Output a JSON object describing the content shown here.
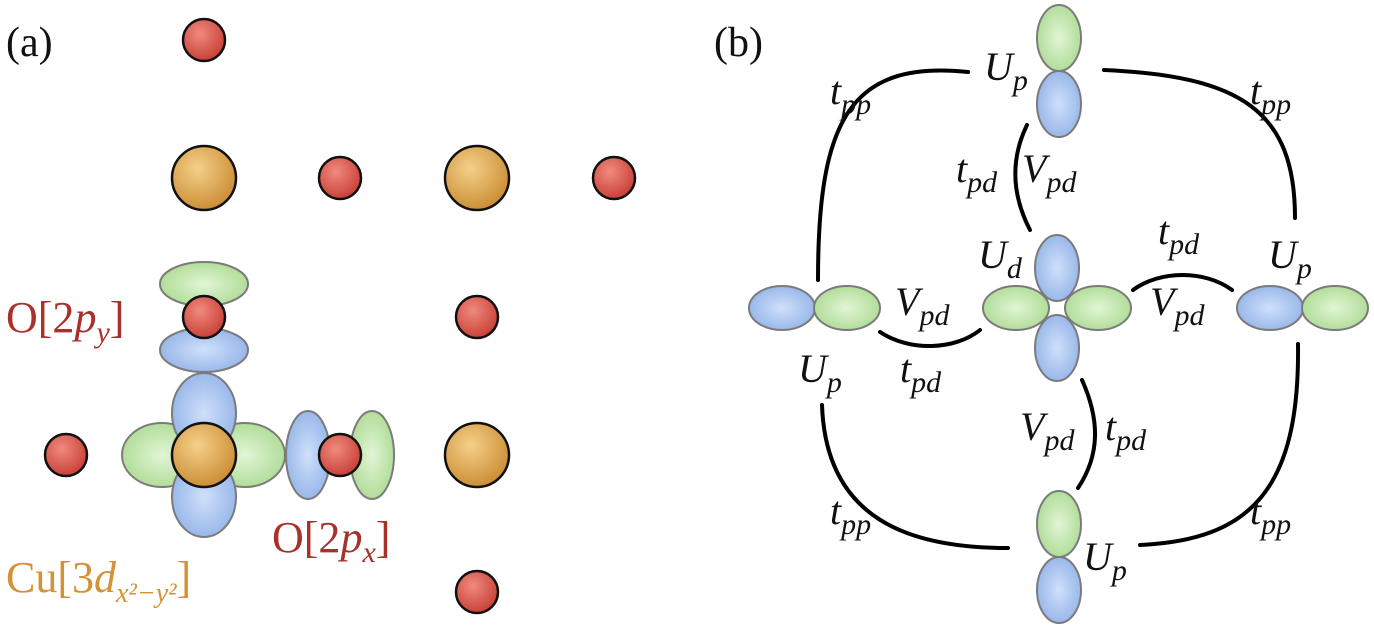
{
  "panel_a": {
    "label": "(a)",
    "oy_label": {
      "prefix": "O[2",
      "orbital": "p",
      "sub": "y",
      "suffix": "]"
    },
    "ox_label": {
      "prefix": "O[2",
      "orbital": "p",
      "sub": "x",
      "suffix": "]"
    },
    "cu_label": {
      "prefix": "Cu[3",
      "orbital": "d",
      "sub": "x²−y²",
      "suffix": "]"
    }
  },
  "panel_b": {
    "label": "(b)",
    "U": "U",
    "p": "p",
    "d": "d",
    "t": "t",
    "V": "V",
    "pp": "pp",
    "pd": "pd"
  },
  "colors": {
    "oxygen": "#d24a3f",
    "copper": "#d69a3d",
    "orbital_blue": "#9ab8e8",
    "orbital_green": "#b8e0a0",
    "oxygen_label": "#a8312a",
    "copper_label": "#d49237"
  }
}
